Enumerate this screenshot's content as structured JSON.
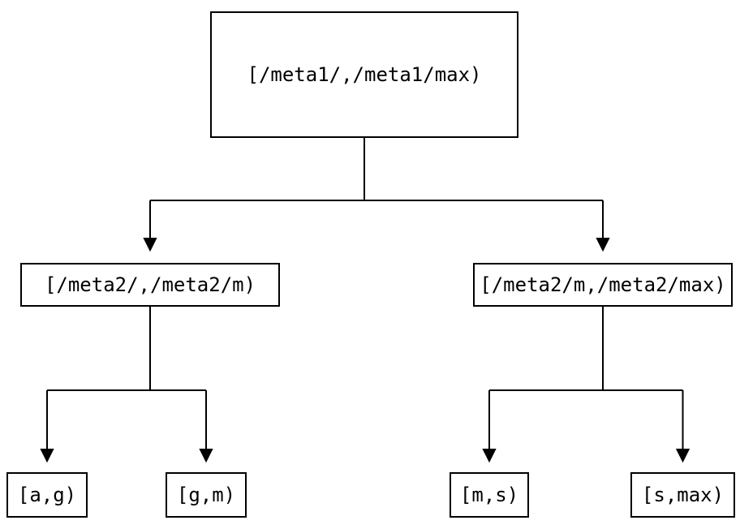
{
  "diagram": {
    "type": "tree",
    "background_color": "#ffffff",
    "line_color": "#000000",
    "text_color": "#000000",
    "nodes": [
      {
        "id": "root",
        "label": "[/meta1/,/meta1/max)"
      },
      {
        "id": "meta2-low",
        "label": "[/meta2/,/meta2/m)"
      },
      {
        "id": "meta2-high",
        "label": "[/meta2/m,/meta2/max)"
      },
      {
        "id": "leaf-ag",
        "label": "[a,g)"
      },
      {
        "id": "leaf-gm",
        "label": "[g,m)"
      },
      {
        "id": "leaf-ms",
        "label": "[m,s)"
      },
      {
        "id": "leaf-smax",
        "label": "[s,max)"
      }
    ],
    "edges": [
      {
        "from": "root",
        "to": "meta2-low"
      },
      {
        "from": "root",
        "to": "meta2-high"
      },
      {
        "from": "meta2-low",
        "to": "leaf-ag"
      },
      {
        "from": "meta2-low",
        "to": "leaf-gm"
      },
      {
        "from": "meta2-high",
        "to": "leaf-ms"
      },
      {
        "from": "meta2-high",
        "to": "leaf-smax"
      }
    ]
  }
}
